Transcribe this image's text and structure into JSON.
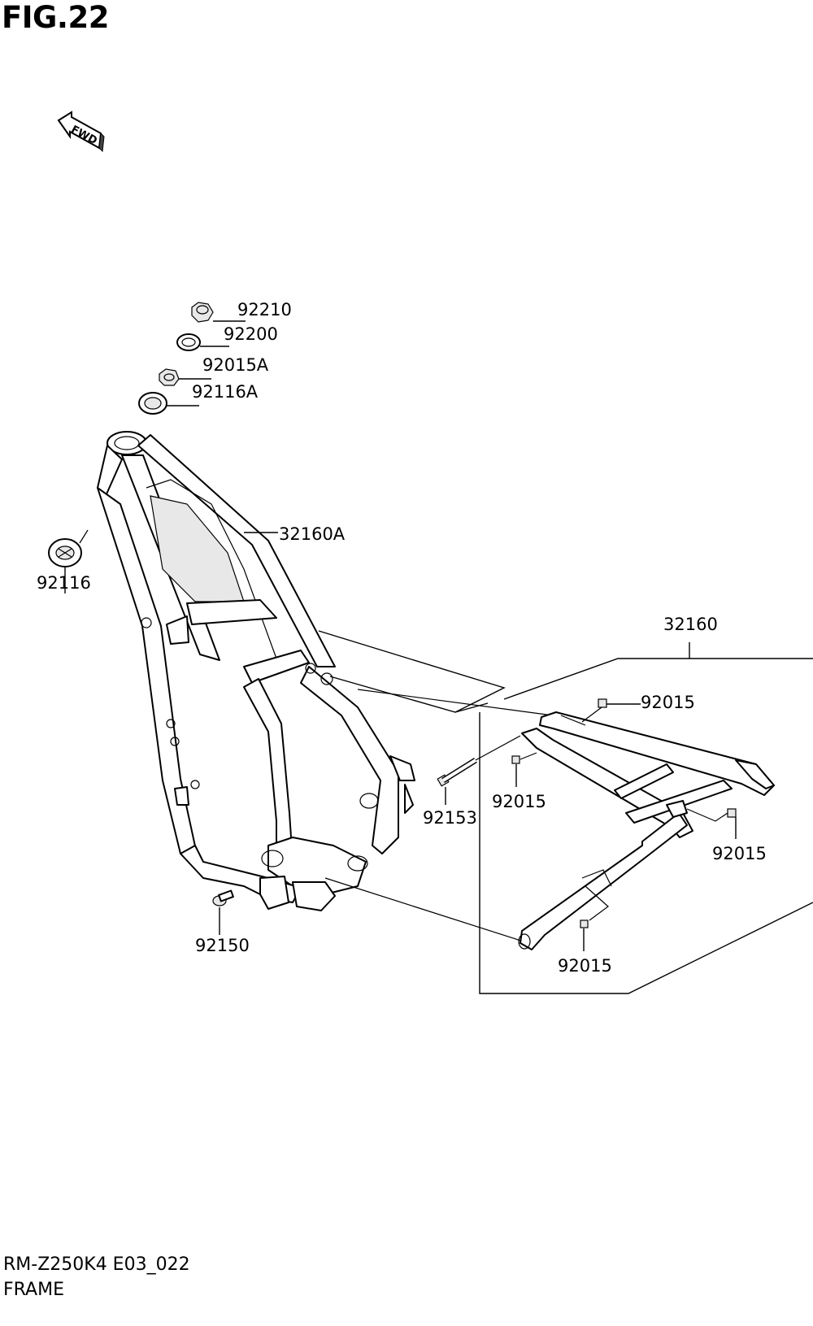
{
  "figure": {
    "title": "FIG.22"
  },
  "fwd_label": "FWD",
  "parts": [
    {
      "id": "p92210",
      "number": "92210"
    },
    {
      "id": "p92200",
      "number": "92200"
    },
    {
      "id": "p92015A",
      "number": "92015A"
    },
    {
      "id": "p92116A",
      "number": "92116A"
    },
    {
      "id": "p32160A",
      "number": "32160A"
    },
    {
      "id": "p92116",
      "number": "92116"
    },
    {
      "id": "p32160",
      "number": "32160"
    },
    {
      "id": "p92015a",
      "number": "92015"
    },
    {
      "id": "p92015b",
      "number": "92015"
    },
    {
      "id": "p92153",
      "number": "92153"
    },
    {
      "id": "p92015c",
      "number": "92015"
    },
    {
      "id": "p92150",
      "number": "92150"
    },
    {
      "id": "p92015d",
      "number": "92015"
    }
  ],
  "footer": {
    "code": "RM-Z250K4 E03_022",
    "name": "FRAME"
  }
}
